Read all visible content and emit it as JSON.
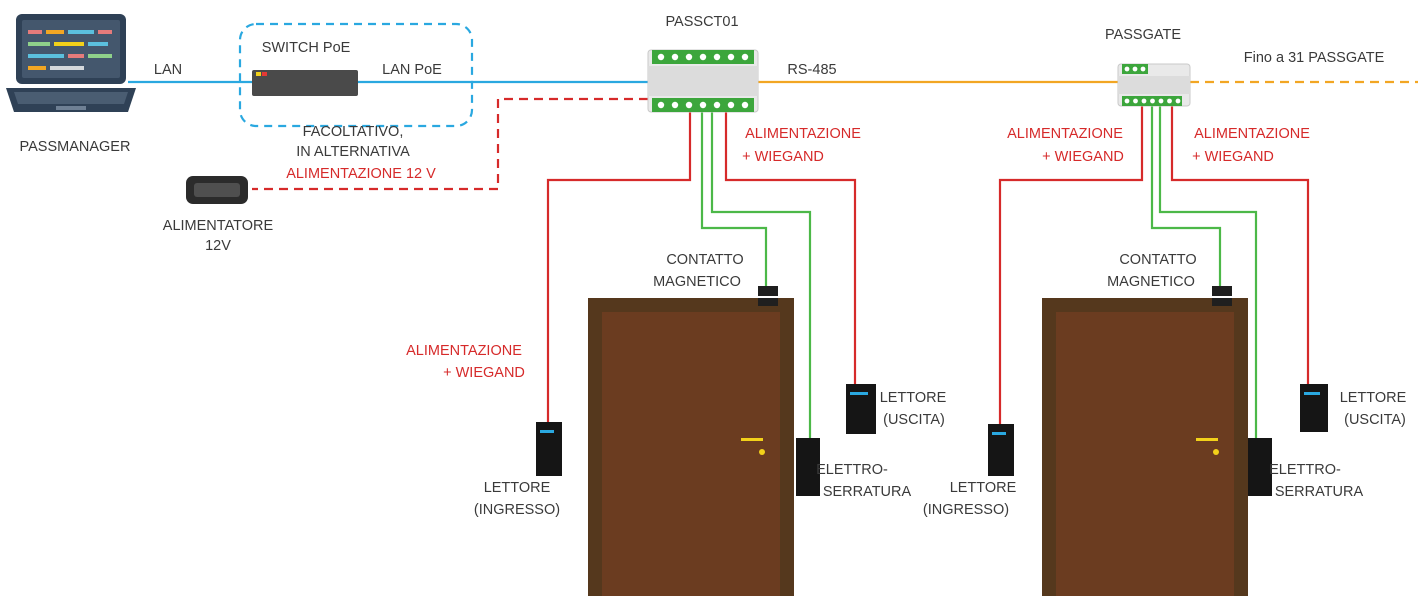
{
  "colors": {
    "lan": "#2aa8e0",
    "rs485": "#f2a623",
    "power_wiegand": "#d62a2a",
    "contact_lock": "#4cb848",
    "switch_outline": "#2aa8e0",
    "door_frame": "#55381d",
    "door_panel": "#6b3c20",
    "door_handle": "#f2d11a",
    "device": "#e9e9e9",
    "terminal": "#3ca63c",
    "label": "#3a3a3a",
    "label_red": "#d62a2a"
  },
  "nodes": {
    "passmanager": "PASSMANAGER",
    "switch_title": "SWITCH PoE",
    "passct01": "PASSCT01",
    "passgate": "PASSGATE",
    "alimentatore_line1": "ALIMENTATORE",
    "alimentatore_line2": "12V"
  },
  "connections": {
    "lan": "LAN",
    "lan_poe": "LAN PoE",
    "rs485": "RS-485",
    "more_passgate": "Fino a 31 PASSGATE",
    "optional_line1": "FACOLTATIVO,",
    "optional_line2": "IN ALTERNATIVA",
    "optional_line3": "ALIMENTAZIONE 12 V"
  },
  "wire_labels": {
    "alim_line1": "ALIMENTAZIONE",
    "alim_line2": "+ WIEGAND"
  },
  "door_devices": {
    "contact_line1": "CONTATTO",
    "contact_line2": "MAGNETICO",
    "reader_in_line1": "LETTORE",
    "reader_in_line2": "(INGRESSO)",
    "reader_out_line1": "LETTORE",
    "reader_out_line2": "(USCITA)",
    "lock_line1": "ELETTRO-",
    "lock_line2": "SERRATURA"
  }
}
